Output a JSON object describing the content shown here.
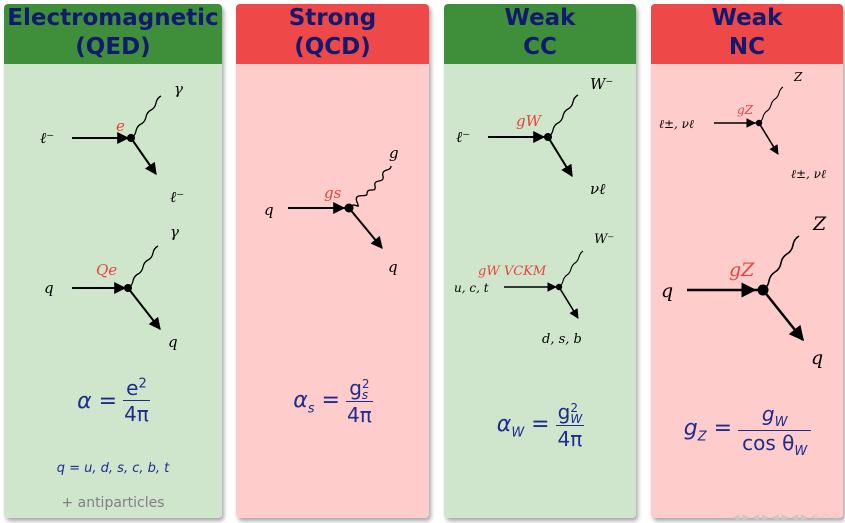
{
  "panels": [
    {
      "header_line1": "Electromagnetic",
      "header_line2": "(QED)",
      "vertex1": {
        "incoming": "ℓ⁻",
        "boson": "γ",
        "outgoing": "ℓ⁻",
        "coupling": "e"
      },
      "vertex2": {
        "incoming": "q",
        "boson": "γ",
        "outgoing": "q",
        "coupling": "Qe"
      },
      "formula": {
        "lhs": "α =",
        "numerator": "e",
        "num_sup": "2",
        "denominator": "4π"
      },
      "quarks": "q = u, d, s, c, b, t",
      "antiparticles": "+ antiparticles"
    },
    {
      "header_line1": "Strong",
      "header_line2": "(QCD)",
      "vertex1": {
        "incoming": "q",
        "boson": "g",
        "outgoing": "q",
        "coupling": "gs"
      },
      "formula": {
        "lhs": "α",
        "lhs_sub": "s",
        "equals": "=",
        "numerator": "g",
        "num_sup": "2",
        "num_sub": "s",
        "denominator": "4π"
      }
    },
    {
      "header_line1": "Weak",
      "header_line2": "CC",
      "vertex1": {
        "incoming": "ℓ⁻",
        "boson": "W⁻",
        "outgoing": "νℓ",
        "coupling": "gW"
      },
      "vertex2": {
        "incoming": "u, c, t",
        "boson": "W⁻",
        "outgoing": "d, s, b",
        "coupling": "gW VCKM"
      },
      "formula": {
        "lhs": "α",
        "lhs_sub": "W",
        "equals": "=",
        "numerator": "g",
        "num_sup": "2",
        "num_sub": "W",
        "denominator": "4π"
      }
    },
    {
      "header_line1": "Weak",
      "header_line2": "NC",
      "vertex1": {
        "incoming": "ℓ±, νℓ",
        "boson": "Z",
        "outgoing": "ℓ±, νℓ",
        "coupling": "gZ"
      },
      "vertex2": {
        "incoming": "q",
        "boson": "Z",
        "outgoing": "q",
        "coupling": "gZ"
      },
      "formula": {
        "lhs": "g",
        "lhs_sub": "Z",
        "equals": "=",
        "numerator": "g",
        "num_sub": "W",
        "denominator": "cos θ",
        "den_sub": "W"
      }
    }
  ],
  "colors": {
    "green_header": "#3f8f3a",
    "green_body": "#cfe6cc",
    "red_header": "#ef4848",
    "red_body": "#ffcccc",
    "title_text": "#111a6e",
    "formula_text": "#1d2c8f",
    "coupling": "#e8443a"
  },
  "footer_nav": "◀ ▶ ◀ ▶ ◀ ▶ ◀ ▶ ⟲ ○ ◇"
}
